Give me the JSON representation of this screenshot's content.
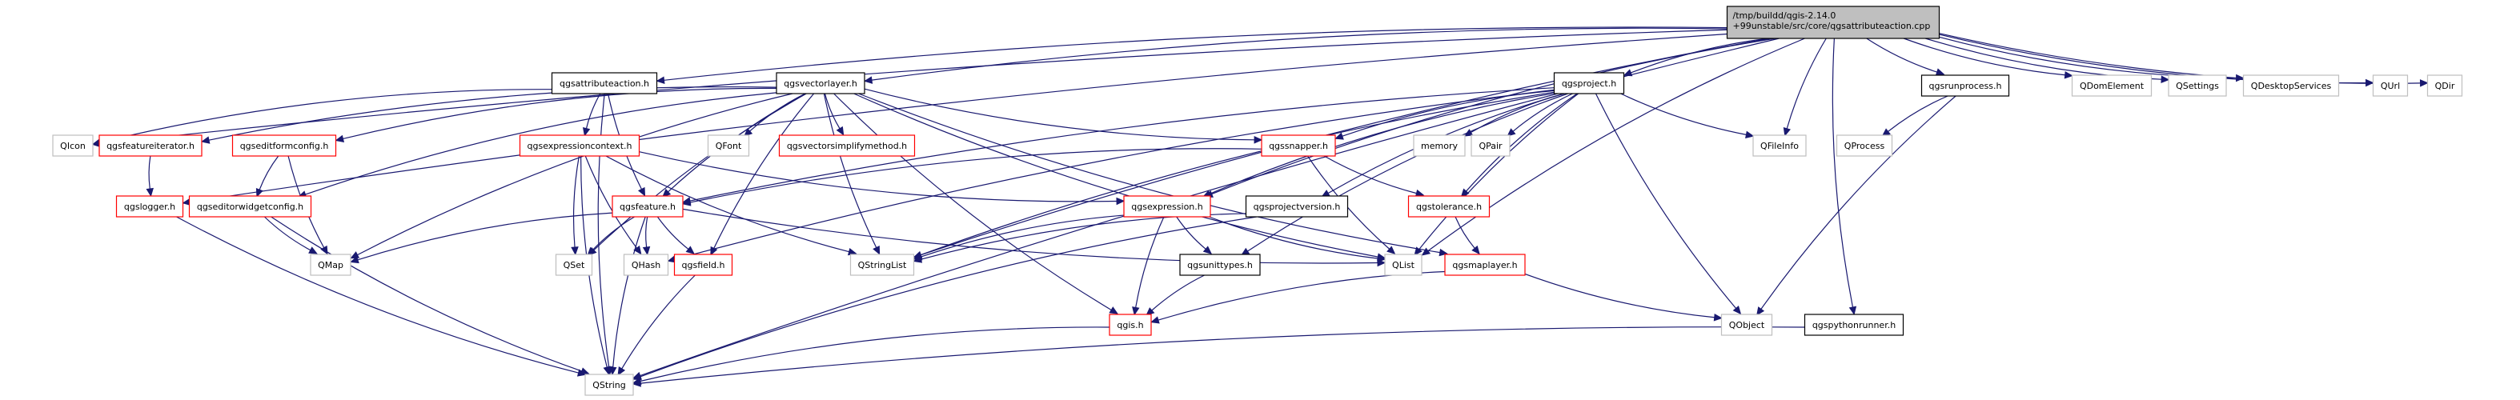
{
  "title": "Include dependency graph for qgsattributeaction.cpp",
  "colors": {
    "root_fill": "#bfbfbf",
    "root_border": "#000000",
    "documented_border": "#000000",
    "incomplete_border": "#ff0000",
    "external_border": "#bfbfbf",
    "edge": "#191970"
  },
  "nodes": [
    {
      "id": "root",
      "lines": [
        "/tmp/buildd/qgis-2.14.0",
        "+99unstable/src/core/qgsattributeaction.cpp"
      ],
      "kind": "root"
    },
    {
      "id": "qgsattributeaction_h",
      "lines": [
        "qgsattributeaction.h"
      ],
      "kind": "documented"
    },
    {
      "id": "qgsvectorlayer_h",
      "lines": [
        "qgsvectorlayer.h"
      ],
      "kind": "documented"
    },
    {
      "id": "qgsproject_h",
      "lines": [
        "qgsproject.h"
      ],
      "kind": "documented"
    },
    {
      "id": "qgsrunprocess_h",
      "lines": [
        "qgsrunprocess.h"
      ],
      "kind": "documented"
    },
    {
      "id": "QDomElement",
      "lines": [
        "QDomElement"
      ],
      "kind": "external"
    },
    {
      "id": "QSettings",
      "lines": [
        "QSettings"
      ],
      "kind": "external"
    },
    {
      "id": "QDesktopServices",
      "lines": [
        "QDesktopServices"
      ],
      "kind": "external"
    },
    {
      "id": "QUrl",
      "lines": [
        "QUrl"
      ],
      "kind": "external"
    },
    {
      "id": "QDir",
      "lines": [
        "QDir"
      ],
      "kind": "external"
    },
    {
      "id": "QIcon",
      "lines": [
        "QIcon"
      ],
      "kind": "external"
    },
    {
      "id": "qgsfeatureiterator_h",
      "lines": [
        "qgsfeatureiterator.h"
      ],
      "kind": "incomplete"
    },
    {
      "id": "qgseditformconfig_h",
      "lines": [
        "qgseditformconfig.h"
      ],
      "kind": "incomplete"
    },
    {
      "id": "qgsexpressioncontext_h",
      "lines": [
        "qgsexpressioncontext.h"
      ],
      "kind": "incomplete"
    },
    {
      "id": "QFont",
      "lines": [
        "QFont"
      ],
      "kind": "external"
    },
    {
      "id": "qgsvectorsimplifymethod_h",
      "lines": [
        "qgsvectorsimplifymethod.h"
      ],
      "kind": "incomplete"
    },
    {
      "id": "qgssnapper_h",
      "lines": [
        "qgssnapper.h"
      ],
      "kind": "incomplete"
    },
    {
      "id": "memory",
      "lines": [
        "memory"
      ],
      "kind": "external"
    },
    {
      "id": "QPair",
      "lines": [
        "QPair"
      ],
      "kind": "external"
    },
    {
      "id": "QFileInfo",
      "lines": [
        "QFileInfo"
      ],
      "kind": "external"
    },
    {
      "id": "QProcess",
      "lines": [
        "QProcess"
      ],
      "kind": "external"
    },
    {
      "id": "qgslogger_h",
      "lines": [
        "qgslogger.h"
      ],
      "kind": "incomplete"
    },
    {
      "id": "qgseditorwidgetconfig_h",
      "lines": [
        "qgseditorwidgetconfig.h"
      ],
      "kind": "incomplete"
    },
    {
      "id": "qgsfeature_h",
      "lines": [
        "qgsfeature.h"
      ],
      "kind": "incomplete"
    },
    {
      "id": "qgsexpression_h",
      "lines": [
        "qgsexpression.h"
      ],
      "kind": "incomplete"
    },
    {
      "id": "qgsprojectversion_h",
      "lines": [
        "qgsprojectversion.h"
      ],
      "kind": "documented"
    },
    {
      "id": "qgstolerance_h",
      "lines": [
        "qgstolerance.h"
      ],
      "kind": "incomplete"
    },
    {
      "id": "QMap",
      "lines": [
        "QMap"
      ],
      "kind": "external"
    },
    {
      "id": "QSet",
      "lines": [
        "QSet"
      ],
      "kind": "external"
    },
    {
      "id": "QHash",
      "lines": [
        "QHash"
      ],
      "kind": "external"
    },
    {
      "id": "qgsfield_h",
      "lines": [
        "qgsfield.h"
      ],
      "kind": "incomplete"
    },
    {
      "id": "QStringList",
      "lines": [
        "QStringList"
      ],
      "kind": "external"
    },
    {
      "id": "qgsunittypes_h",
      "lines": [
        "qgsunittypes.h"
      ],
      "kind": "documented"
    },
    {
      "id": "QList",
      "lines": [
        "QList"
      ],
      "kind": "external"
    },
    {
      "id": "qgsmaplayer_h",
      "lines": [
        "qgsmaplayer.h"
      ],
      "kind": "incomplete"
    },
    {
      "id": "qgis_h",
      "lines": [
        "qgis.h"
      ],
      "kind": "incomplete"
    },
    {
      "id": "QObject",
      "lines": [
        "QObject"
      ],
      "kind": "external"
    },
    {
      "id": "qgspythonrunner_h",
      "lines": [
        "qgspythonrunner.h"
      ],
      "kind": "documented"
    },
    {
      "id": "QString",
      "lines": [
        "QString"
      ],
      "kind": "external"
    }
  ],
  "edges": [
    [
      "root",
      "qgsattributeaction_h"
    ],
    [
      "root",
      "qgsvectorlayer_h"
    ],
    [
      "root",
      "qgsproject_h"
    ],
    [
      "root",
      "qgsrunprocess_h"
    ],
    [
      "root",
      "QDomElement"
    ],
    [
      "root",
      "QSettings"
    ],
    [
      "root",
      "QDesktopServices"
    ],
    [
      "root",
      "QUrl"
    ],
    [
      "root",
      "QDir"
    ],
    [
      "root",
      "QFileInfo"
    ],
    [
      "root",
      "qgslogger_h"
    ],
    [
      "root",
      "QString"
    ],
    [
      "root",
      "QList"
    ],
    [
      "root",
      "QStringList"
    ],
    [
      "root",
      "qgsexpression_h"
    ],
    [
      "root",
      "qgspythonrunner_h"
    ],
    [
      "root",
      "QIcon"
    ],
    [
      "qgsattributeaction_h",
      "qgsexpressioncontext_h"
    ],
    [
      "qgsattributeaction_h",
      "qgsfeature_h"
    ],
    [
      "qgsattributeaction_h",
      "QIcon"
    ],
    [
      "qgsattributeaction_h",
      "QString"
    ],
    [
      "qgsvectorlayer_h",
      "QFont"
    ],
    [
      "qgsvectorlayer_h",
      "qgsvectorsimplifymethod_h"
    ],
    [
      "qgsvectorlayer_h",
      "qgsfeature_h"
    ],
    [
      "qgsvectorlayer_h",
      "qgsfield_h"
    ],
    [
      "qgsvectorlayer_h",
      "qgsfeatureiterator_h"
    ],
    [
      "qgsvectorlayer_h",
      "qgseditformconfig_h"
    ],
    [
      "qgsvectorlayer_h",
      "qgseditorwidgetconfig_h"
    ],
    [
      "qgsvectorlayer_h",
      "qgssnapper_h"
    ],
    [
      "qgsvectorlayer_h",
      "qgsmaplayer_h"
    ],
    [
      "qgsvectorlayer_h",
      "QList"
    ],
    [
      "qgsvectorlayer_h",
      "QStringList"
    ],
    [
      "qgsvectorlayer_h",
      "QMap"
    ],
    [
      "qgsvectorlayer_h",
      "QSet"
    ],
    [
      "qgsvectorlayer_h",
      "qgis_h"
    ],
    [
      "qgsproject_h",
      "memory"
    ],
    [
      "qgsproject_h",
      "QPair"
    ],
    [
      "qgsproject_h",
      "qgssnapper_h"
    ],
    [
      "qgsproject_h",
      "qgstolerance_h"
    ],
    [
      "qgsproject_h",
      "qgsprojectversion_h"
    ],
    [
      "qgsproject_h",
      "qgsexpression_h"
    ],
    [
      "qgsproject_h",
      "qgsunittypes_h"
    ],
    [
      "qgsproject_h",
      "QList"
    ],
    [
      "qgsproject_h",
      "QObject"
    ],
    [
      "qgsproject_h",
      "QFileInfo"
    ],
    [
      "qgsproject_h",
      "QStringList"
    ],
    [
      "qgsproject_h",
      "QHash"
    ],
    [
      "qgsproject_h",
      "qgsfeature_h"
    ],
    [
      "qgsrunprocess_h",
      "QProcess"
    ],
    [
      "qgsrunprocess_h",
      "QObject"
    ],
    [
      "qgsfeatureiterator_h",
      "qgslogger_h"
    ],
    [
      "qgseditformconfig_h",
      "qgseditorwidgetconfig_h"
    ],
    [
      "qgseditformconfig_h",
      "QMap"
    ],
    [
      "qgsexpressioncontext_h",
      "QString"
    ],
    [
      "qgsexpressioncontext_h",
      "QSet"
    ],
    [
      "qgsexpressioncontext_h",
      "QHash"
    ],
    [
      "qgsexpressioncontext_h",
      "QStringList"
    ],
    [
      "qgsexpressioncontext_h",
      "qgsexpression_h"
    ],
    [
      "qgssnapper_h",
      "qgsfeature_h"
    ],
    [
      "qgssnapper_h",
      "QList"
    ],
    [
      "qgssnapper_h",
      "qgstolerance_h"
    ],
    [
      "qgslogger_h",
      "QString"
    ],
    [
      "qgseditorwidgetconfig_h",
      "QMap"
    ],
    [
      "qgseditorwidgetconfig_h",
      "QString"
    ],
    [
      "qgsfeature_h",
      "QMap"
    ],
    [
      "qgsfeature_h",
      "QSet"
    ],
    [
      "qgsfeature_h",
      "QHash"
    ],
    [
      "qgsfeature_h",
      "qgsfield_h"
    ],
    [
      "qgsfeature_h",
      "QString"
    ],
    [
      "qgsfeature_h",
      "QList"
    ],
    [
      "qgsexpression_h",
      "QStringList"
    ],
    [
      "qgsexpression_h",
      "qgsunittypes_h"
    ],
    [
      "qgsexpression_h",
      "qgis_h"
    ],
    [
      "qgsexpression_h",
      "QList"
    ],
    [
      "qgsprojectversion_h",
      "QString"
    ],
    [
      "qgsprojectversion_h",
      "QStringList"
    ],
    [
      "qgstolerance_h",
      "qgsmaplayer_h"
    ],
    [
      "qgsfield_h",
      "QString"
    ],
    [
      "qgsunittypes_h",
      "qgis_h"
    ],
    [
      "qgsmaplayer_h",
      "qgis_h"
    ],
    [
      "qgsmaplayer_h",
      "QObject"
    ],
    [
      "qgis_h",
      "QString"
    ],
    [
      "qgspythonrunner_h",
      "QString"
    ]
  ]
}
